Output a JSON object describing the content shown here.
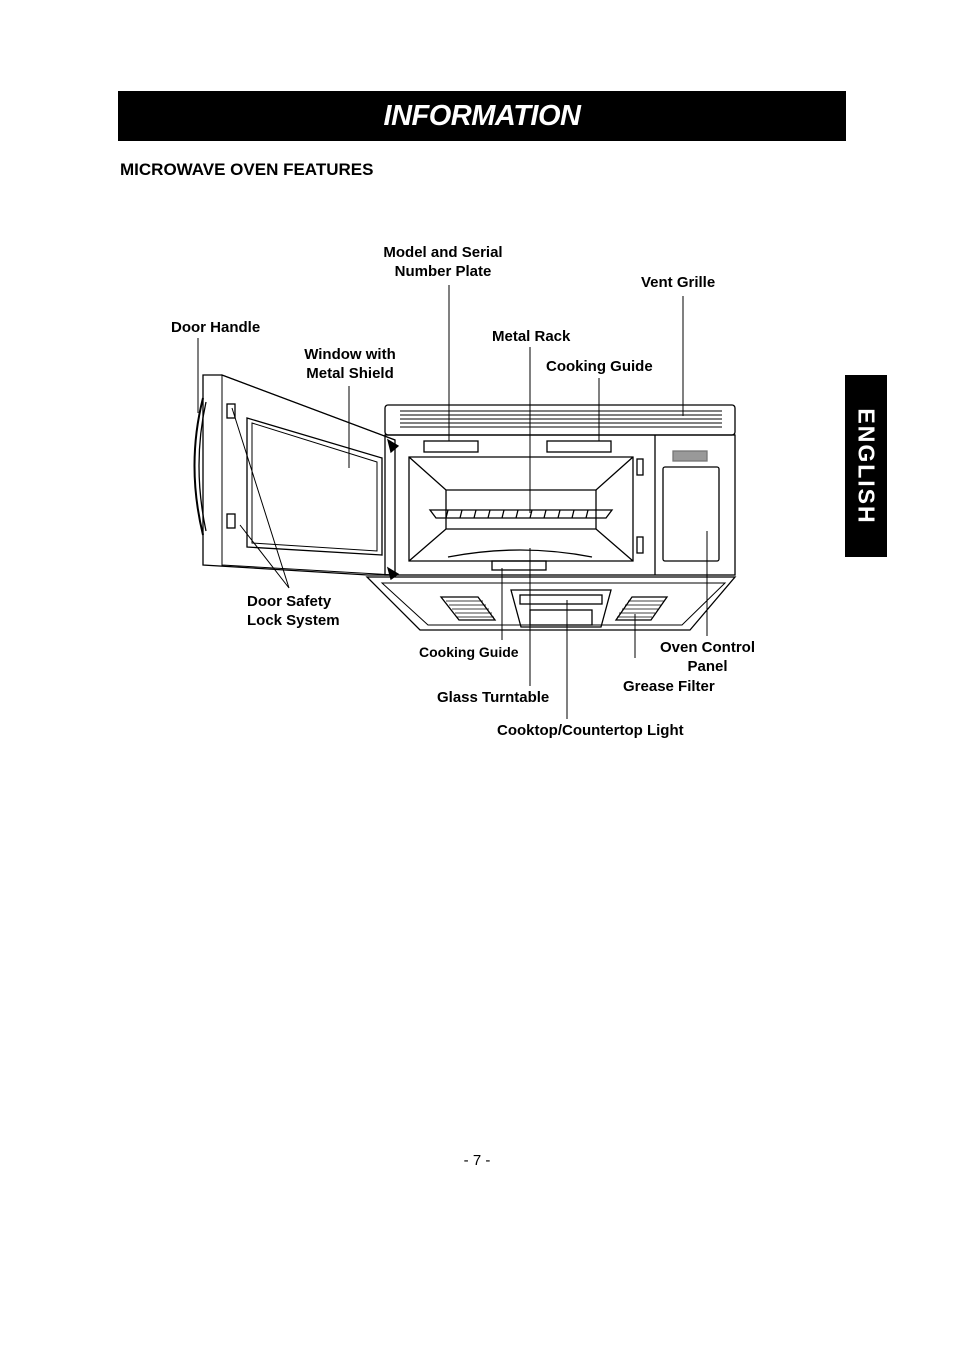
{
  "header": {
    "title": "INFORMATION"
  },
  "section": {
    "title": "MICROWAVE OVEN FEATURES"
  },
  "side_tab": {
    "label": "ENGLISH"
  },
  "diagram": {
    "labels": {
      "model_serial_1": "Model and Serial",
      "model_serial_2": "Number Plate",
      "vent_grille": "Vent Grille",
      "door_handle": "Door Handle",
      "metal_rack": "Metal Rack",
      "window_1": "Window with",
      "window_2": "Metal Shield",
      "cooking_guide_top": "Cooking Guide",
      "door_safety_1": "Door Safety",
      "door_safety_2": "Lock System",
      "oven_control_1": "Oven Control",
      "oven_control_2": "Panel",
      "cooking_guide_bottom": "Cooking Guide",
      "grease_filter": "Grease Filter",
      "glass_turntable": "Glass Turntable",
      "cooktop_light": "Cooktop/Countertop Light"
    }
  },
  "footer": {
    "page": "- 7 -"
  }
}
